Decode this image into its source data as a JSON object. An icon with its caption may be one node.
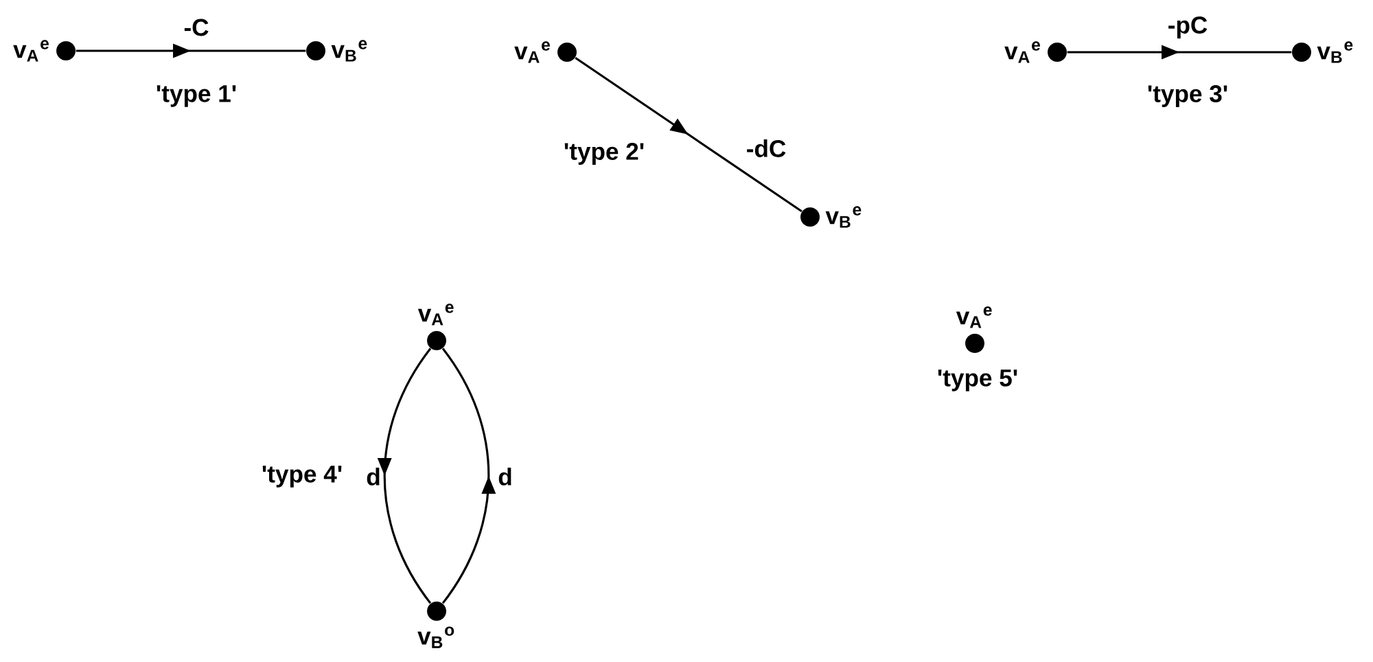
{
  "diagram": {
    "nodes": [
      {
        "text": [],
        "shape": "circle",
        "beside": [
          "v$_{A}$$^{e}$"
        ]
      },
      {
        "text": [],
        "shape": "circle",
        "beside": [
          "v$_{B}$$^{e}$"
        ]
      },
      {
        "text": [],
        "shape": "circle",
        "beside": [
          "v$_{A}$$^{e}$"
        ]
      },
      {
        "text": [],
        "shape": "circle",
        "beside": [
          "v$_{B}$$^{e}$"
        ]
      },
      {
        "text": [],
        "shape": "circle",
        "beside": [
          "v$_{A}$$^{e}$"
        ]
      },
      {
        "text": [],
        "shape": "circle",
        "beside": [
          "v$_{B}$$^{e}$"
        ]
      },
      {
        "text": [],
        "shape": "circle",
        "beside": [
          "v$_{A}$$^{e}$"
        ]
      },
      {
        "text": [],
        "shape": "circle",
        "beside": [
          "v$_{B}$$^{o}$"
        ]
      },
      {
        "text": [],
        "shape": "circle",
        "beside": [
          "v$_{A}$$^{e}$"
        ]
      }
    ],
    "edges": [
      {
        "from": 0,
        "to": 1,
        "arrow": "to",
        "label": "-C"
      },
      {
        "from": 2,
        "to": 3,
        "arrow": "to",
        "label": "-dC"
      },
      {
        "from": 4,
        "to": 5,
        "arrow": "to",
        "label": "-pC"
      },
      {
        "from": 6,
        "to": 7,
        "arrow": "to",
        "label": "d"
      },
      {
        "from": 7,
        "to": 6,
        "arrow": "to",
        "label": "d"
      }
    ],
    "labels": [
      "'type 1'",
      "'type 2'",
      "'type 3'",
      "'type 4'",
      "'type 5'"
    ]
  }
}
